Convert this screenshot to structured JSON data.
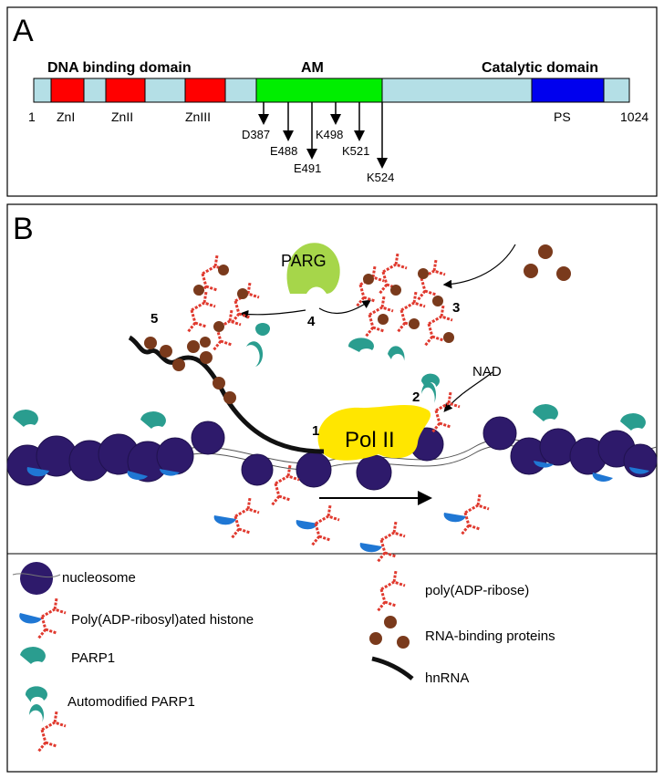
{
  "panel_a": {
    "letter": "A",
    "header_left": "DNA binding domain",
    "header_mid": "AM",
    "header_right": "Catalytic domain",
    "start": "1",
    "end": "1024",
    "zn1": "ZnI",
    "zn2": "ZnII",
    "zn3": "ZnIII",
    "ps": "PS",
    "sites": [
      "D387",
      "E488",
      "E491",
      "K498",
      "K521",
      "K524"
    ],
    "colors": {
      "backbone": "#b4dfe6",
      "zinc": "#ff0000",
      "am": "#00ee00",
      "catalytic": "#0000ee"
    }
  },
  "panel_b": {
    "letter": "B",
    "parg": "PARG",
    "pol": "Pol II",
    "nad": "NAD",
    "steps": [
      "1",
      "2",
      "3",
      "4",
      "5"
    ],
    "colors": {
      "nucleosome": "#2e1a6b",
      "parp1": "#2a9d8f",
      "histone": "#1f77d4",
      "par": "#e03a2f",
      "rbp": "#7a3a1c",
      "pol": "#ffe600",
      "parg": "#a6d64a"
    }
  },
  "legend": {
    "nucleosome": "nucleosome",
    "histone": "Poly(ADP-ribosyl)ated histone",
    "parp1": "PARP1",
    "auto_parp1": "Automodified PARP1",
    "par": "poly(ADP-ribose)",
    "rbp": "RNA-binding proteins",
    "hnrna": "hnRNA"
  }
}
